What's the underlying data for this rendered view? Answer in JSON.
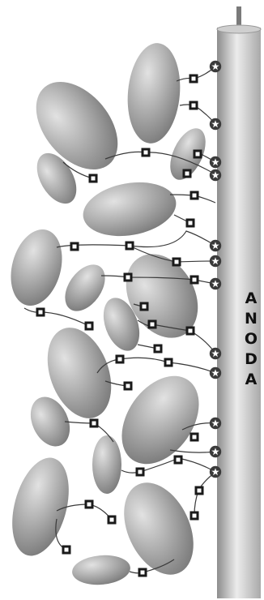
{
  "anode": {
    "letters": [
      "A",
      "N",
      "O",
      "D",
      "A"
    ],
    "label_color": "#111111",
    "rod_colors": [
      "#8d8d8d",
      "#e9e9e9",
      "#a9a9a9"
    ]
  },
  "particles": {
    "fill_light": "#d9d9d9",
    "fill_dark": "#8c8c8c"
  },
  "connectors": {
    "linker_symbol": "square-linker",
    "terminal_symbol": "star-circle",
    "line_color": "#3a3a3a"
  }
}
